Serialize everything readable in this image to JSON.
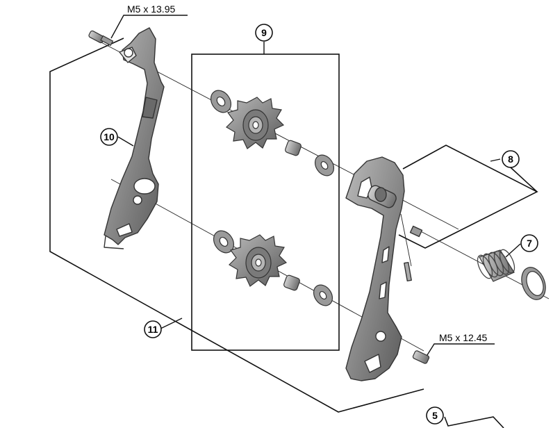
{
  "labels": {
    "screw_top": "M5 x 13.95",
    "screw_bottom": "M5 x 12.45"
  },
  "callouts": {
    "c5": "5",
    "c7": "7",
    "c8": "8",
    "c9": "9",
    "c10": "10",
    "c11": "11"
  },
  "colors": {
    "part_fill": "#8c8c8c",
    "part_dark": "#3f3f3f",
    "part_light": "#d2d2d2",
    "line": "#111111"
  }
}
